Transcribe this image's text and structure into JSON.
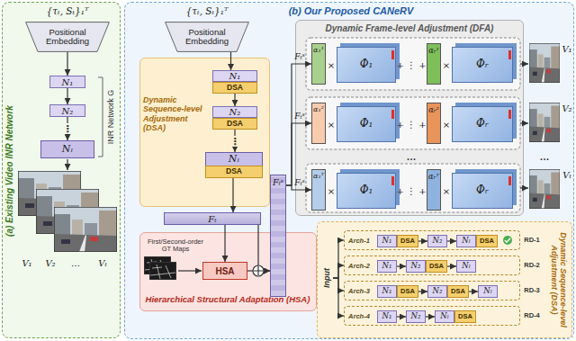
{
  "diagram": {
    "nodes": [
      {
        "text": [
          "(a) Existing Video INR Network"
        ]
      },
      {
        "text": [
          "Positional Embedding"
        ],
        "in": 0
      },
      {
        "text": [
          "N₁"
        ],
        "in": 0
      },
      {
        "text": [
          "N₂"
        ],
        "in": 0
      },
      {
        "text": [
          "Nₗ"
        ],
        "in": 0
      },
      {
        "text": [
          "(b) Our Proposed CANeRV"
        ]
      },
      {
        "text": [
          "Positional Embedding"
        ],
        "in": 5
      },
      {
        "text": [
          "Dynamic Sequence-level Adjustment (DSA)"
        ],
        "in": 5
      },
      {
        "text": [
          "N₁"
        ],
        "in": 7
      },
      {
        "text": [
          "DSA"
        ],
        "in": 7
      },
      {
        "text": [
          "N₂"
        ],
        "in": 7
      },
      {
        "text": [
          "DSA"
        ],
        "in": 7
      },
      {
        "text": [
          "Nₗ"
        ],
        "in": 7
      },
      {
        "text": [
          "DSA"
        ],
        "in": 7
      },
      {
        "text": [
          "Fₜ"
        ],
        "in": 5
      },
      {
        "text": [
          "Hierarchical Structural Adaptation (HSA)"
        ],
        "in": 5
      },
      {
        "text": [
          "HSA"
        ],
        "in": 15
      },
      {
        "text": [
          "Fₜˢ"
        ],
        "in": 5
      },
      {
        "text": [
          "Dynamic Frame-level Adjustment (DFA)"
        ],
        "in": 5
      },
      {
        "text": [
          "α₁¹"
        ],
        "in": 18
      },
      {
        "text": [
          "Φ₁"
        ],
        "in": 18
      },
      {
        "text": [
          "αᵣ¹"
        ],
        "in": 18
      },
      {
        "text": [
          "Φᵣ"
        ],
        "in": 18
      },
      {
        "text": [
          "α₁²"
        ],
        "in": 18
      },
      {
        "text": [
          "Φ₁"
        ],
        "in": 18
      },
      {
        "text": [
          "αᵣ²"
        ],
        "in": 18
      },
      {
        "text": [
          "Φᵣ"
        ],
        "in": 18
      },
      {
        "text": [
          "α₁ᵀ"
        ],
        "in": 18
      },
      {
        "text": [
          "Φ₁"
        ],
        "in": 18
      },
      {
        "text": [
          "αᵣᵀ"
        ],
        "in": 18
      },
      {
        "text": [
          "Φᵣ"
        ],
        "in": 18
      },
      {
        "text": [
          "Dynamic Sequence-level Adjustment (DSA)"
        ],
        "in": 5
      },
      {
        "text": [
          "Input"
        ],
        "in": 31
      },
      {
        "text": [
          "Arch-1"
        ],
        "in": 31
      },
      {
        "text": [
          "N₁"
        ],
        "in": 33
      },
      {
        "text": [
          "DSA"
        ],
        "in": 33
      },
      {
        "text": [
          "N₂"
        ],
        "in": 33
      },
      {
        "text": [
          "Nₗ"
        ],
        "in": 33
      },
      {
        "text": [
          "DSA"
        ],
        "in": 33
      },
      {
        "text": [
          "Arch-2"
        ],
        "in": 31
      },
      {
        "text": [
          "N₁"
        ],
        "in": 39
      },
      {
        "text": [
          "N₂"
        ],
        "in": 39
      },
      {
        "text": [
          "DSA"
        ],
        "in": 39
      },
      {
        "text": [
          "Nₗ"
        ],
        "in": 39
      },
      {
        "text": [
          "Arch-3"
        ],
        "in": 31
      },
      {
        "text": [
          "N₁"
        ],
        "in": 44
      },
      {
        "text": [
          "DSA"
        ],
        "in": 44
      },
      {
        "text": [
          "N₂"
        ],
        "in": 44
      },
      {
        "text": [
          "DSA"
        ],
        "in": 44
      },
      {
        "text": [
          "Nₗ"
        ],
        "in": 44
      },
      {
        "text": [
          "Arch-4"
        ],
        "in": 31
      },
      {
        "text": [
          "N₁"
        ],
        "in": 50
      },
      {
        "text": [
          "N₂"
        ],
        "in": 50
      },
      {
        "text": [
          "Nₗ"
        ],
        "in": 50
      },
      {
        "text": [
          "DSA"
        ],
        "in": 50
      }
    ],
    "edges": [
      {
        "from": 1,
        "to": 2,
        "arrow": "to"
      },
      {
        "from": 2,
        "to": 3,
        "arrow": "to"
      },
      {
        "from": 3,
        "to": 4,
        "arrow": "to"
      },
      {
        "from": 6,
        "to": 8,
        "arrow": "to"
      },
      {
        "from": 9,
        "to": 10,
        "arrow": "to"
      },
      {
        "from": 11,
        "to": 12,
        "arrow": "to"
      },
      {
        "from": 13,
        "to": 14,
        "arrow": "to"
      },
      {
        "from": 14,
        "to": 16,
        "arrow": "to"
      },
      {
        "from": 14,
        "to": 17,
        "arrow": "to"
      },
      {
        "from": 16,
        "to": 17,
        "arrow": "to"
      },
      {
        "from": 17,
        "to": 19,
        "label": "Fₜˢ",
        "arrow": "to"
      },
      {
        "from": 17,
        "to": 23,
        "label": "Fₜˢ",
        "arrow": "to"
      },
      {
        "from": 17,
        "to": 27,
        "label": "Fₜˢ",
        "arrow": "to"
      },
      {
        "from": 32,
        "to": 33,
        "arrow": "to"
      },
      {
        "from": 32,
        "to": 39,
        "arrow": "to"
      },
      {
        "from": 32,
        "to": 44,
        "arrow": "to"
      },
      {
        "from": 32,
        "to": 50,
        "arrow": "to"
      },
      {
        "from": 35,
        "to": 36,
        "arrow": "to"
      },
      {
        "from": 36,
        "to": 37,
        "arrow": "to"
      },
      {
        "from": 40,
        "to": 41,
        "arrow": "to"
      },
      {
        "from": 42,
        "to": 43,
        "arrow": "to"
      },
      {
        "from": 46,
        "to": 47,
        "arrow": "to"
      },
      {
        "from": 48,
        "to": 49,
        "arrow": "to"
      },
      {
        "from": 51,
        "to": 52,
        "arrow": "to"
      },
      {
        "from": 52,
        "to": 53,
        "arrow": "to"
      }
    ],
    "labels": [
      "{τₜ, Sₜ}₁ᵀ",
      "{τₜ, Sₜ}₁ᵀ",
      "INR Network G",
      "⋮",
      "V₁",
      "V₂",
      "…",
      "Vₜ",
      "⋮",
      "First/Second-order GT Maps",
      "×",
      "+ ⋮ +",
      "×",
      "×",
      "+ ⋮ +",
      "×",
      "…",
      "×",
      "+ ⋮ +",
      "×",
      "V₁",
      "V₂",
      "…",
      "Vₜ",
      "RD-1",
      "RD-2",
      "RD-3",
      "RD-4"
    ]
  }
}
